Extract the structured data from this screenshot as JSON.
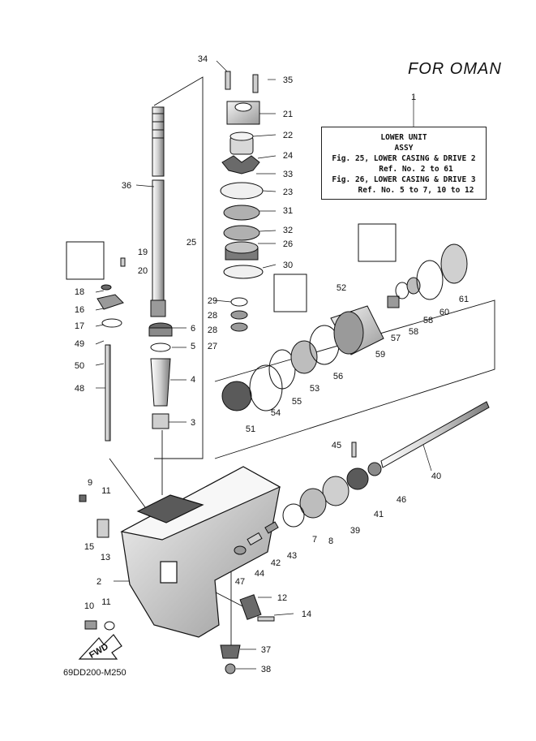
{
  "region_title": "FOR  OMAN",
  "assembly_box": {
    "ref_no": "1",
    "title": "LOWER UNIT",
    "subtitle": "ASSY",
    "line1": "Fig. 25, LOWER CASING & DRIVE 2",
    "line2": "Ref. No. 2 to 61",
    "line3": "Fig. 26, LOWER CASING & DRIVE 3",
    "line4": "Ref. No. 5 to 7, 10 to 12"
  },
  "drawing_code": "69DD200-M250",
  "fwd_label": "FWD",
  "callouts": [
    "34",
    "35",
    "21",
    "22",
    "24",
    "33",
    "23",
    "31",
    "32",
    "26",
    "30",
    "29",
    "28",
    "28",
    "27",
    "6",
    "5",
    "4",
    "3",
    "36",
    "25",
    "19",
    "20",
    "18",
    "16",
    "17",
    "49",
    "50",
    "48",
    "9",
    "11",
    "15",
    "13",
    "2",
    "10",
    "11",
    "12",
    "14",
    "37",
    "38",
    "47",
    "44",
    "42",
    "43",
    "7",
    "8",
    "39",
    "41",
    "45",
    "46",
    "40",
    "51",
    "54",
    "55",
    "53",
    "56",
    "52",
    "57",
    "58",
    "58",
    "60",
    "61",
    "59"
  ],
  "colors": {
    "line": "#111111",
    "fill_light": "#e6e6e6",
    "fill_mid": "#b8b8b8",
    "fill_dark": "#5a5a5a"
  }
}
